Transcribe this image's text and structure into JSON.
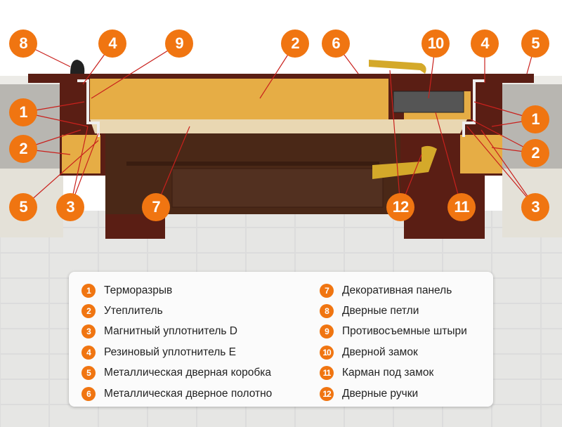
{
  "colors": {
    "accent": "#f07511",
    "insulation": "#e6ad45",
    "door": "#4a2817",
    "frame": "#5a1e14",
    "panel": "#e9d7b2",
    "wall": "#b5b3ae"
  },
  "legend": {
    "left": [
      {
        "num": "1",
        "label": "Терморазрыв"
      },
      {
        "num": "2",
        "label": "Утеплитель"
      },
      {
        "num": "3",
        "label": "Магнитный уплотнитель D"
      },
      {
        "num": "4",
        "label": "Резиновый уплотнитель E"
      },
      {
        "num": "5",
        "label": "Металлическая дверная коробка"
      },
      {
        "num": "6",
        "label": "Металлическая дверное полотно"
      }
    ],
    "right": [
      {
        "num": "7",
        "label": "Декоративная панель"
      },
      {
        "num": "8",
        "label": "Дверные петли"
      },
      {
        "num": "9",
        "label": "Противосъемные штыри"
      },
      {
        "num": "10",
        "label": "Дверной замок"
      },
      {
        "num": "11",
        "label": "Карман под замок"
      },
      {
        "num": "12",
        "label": "Дверные ручки"
      }
    ]
  },
  "callouts": [
    "8",
    "4",
    "9",
    "2",
    "6",
    "10",
    "4",
    "5",
    "1",
    "2",
    "5",
    "3",
    "7",
    "12",
    "11",
    "3",
    "1",
    "2"
  ]
}
